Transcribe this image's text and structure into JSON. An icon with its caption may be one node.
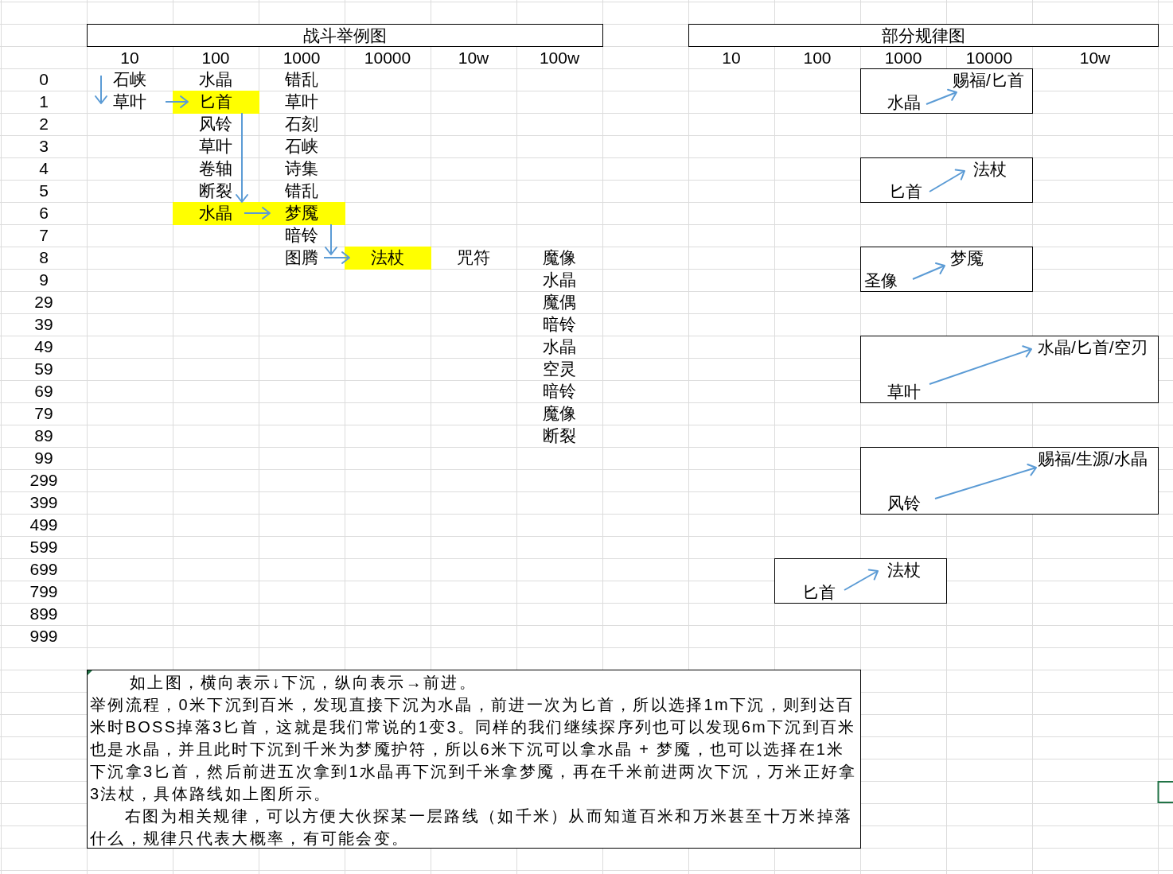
{
  "diagram": {
    "nodes": [
      {
        "text": [
          "战斗举例图"
        ]
      },
      {
        "text": [
          "石峡"
        ]
      },
      {
        "text": [
          "草叶"
        ]
      },
      {
        "text": [
          "匕首"
        ]
      },
      {
        "text": [
          "水晶"
        ]
      },
      {
        "text": [
          "梦魇"
        ]
      },
      {
        "text": [
          "图腾"
        ]
      },
      {
        "text": [
          "法杖"
        ]
      },
      {
        "text": [
          "部分规律图"
        ]
      },
      {
        "text": [],
        "shape": "box"
      },
      {
        "text": [
          "赐福/匕首"
        ],
        "in": 9
      },
      {
        "text": [
          "水晶"
        ],
        "in": 9
      },
      {
        "text": [],
        "shape": "box"
      },
      {
        "text": [
          "法杖"
        ],
        "in": 12
      },
      {
        "text": [
          "匕首"
        ],
        "in": 12
      },
      {
        "text": [],
        "shape": "box"
      },
      {
        "text": [
          "梦魇"
        ],
        "in": 15
      },
      {
        "text": [
          "圣像"
        ],
        "in": 15
      },
      {
        "text": [],
        "shape": "box"
      },
      {
        "text": [
          "水晶/匕首/空刃"
        ],
        "in": 18
      },
      {
        "text": [
          "草叶"
        ],
        "in": 18
      },
      {
        "text": [],
        "shape": "box"
      },
      {
        "text": [
          "赐福/生源/水晶"
        ],
        "in": 21
      },
      {
        "text": [
          "风铃"
        ],
        "in": 21
      },
      {
        "text": [],
        "shape": "box"
      },
      {
        "text": [
          "法杖"
        ],
        "in": 24
      },
      {
        "text": [
          "匕首"
        ],
        "in": 24
      },
      {
        "text": [
          "如上图，横向表示↓下沉，纵向表示→前进。",
          "举例流程，0米下沉到百米，发现直接下沉为水晶，前进一次为匕首，所以选择1m下沉，则到达百米时BOSS掉落3匕首，这就是我们常说的1变3。同样的我们继续探序列也可以发现6m下沉到百米也是水晶，并且此时下沉到千米为梦魇护符，所以6米下沉可以拿水晶 + 梦魇，也可以选择在1米下沉拿3匕首，然后前进五次拿到1水晶再下沉到千米拿梦魇，再在千米前进两次下沉，万米正好拿3法杖，具体路线如上图所示。",
          "右图为相关规律，可以方便大伙探某一层路线（如千米）从而知道百米和万米甚至十万米掉落什么，规律只代表大概率，有可能会变。"
        ]
      }
    ],
    "edges": [
      {
        "from": 1,
        "to": 2,
        "arrow": "to"
      },
      {
        "from": 2,
        "to": 3,
        "arrow": "to"
      },
      {
        "from": 3,
        "to": 4,
        "arrow": "to"
      },
      {
        "from": 4,
        "to": 5,
        "arrow": "to"
      },
      {
        "from": 5,
        "to": 6,
        "arrow": "to"
      },
      {
        "from": 6,
        "to": 7,
        "arrow": "to"
      },
      {
        "from": 11,
        "to": 10,
        "arrow": "to"
      },
      {
        "from": 14,
        "to": 13,
        "arrow": "to"
      },
      {
        "from": 17,
        "to": 16,
        "arrow": "to"
      },
      {
        "from": 20,
        "to": 19,
        "arrow": "to"
      },
      {
        "from": 23,
        "to": 22,
        "arrow": "to"
      },
      {
        "from": 26,
        "to": 25,
        "arrow": "to"
      }
    ],
    "labels": [
      "10",
      "100",
      "1000",
      "10000",
      "10w",
      "100w",
      "10",
      "100",
      "1000",
      "10000",
      "10w",
      "0",
      "水晶",
      "错乱",
      "1",
      "草叶",
      "2",
      "风铃",
      "石刻",
      "3",
      "草叶",
      "石峡",
      "4",
      "卷轴",
      "诗集",
      "5",
      "断裂",
      "错乱",
      "6",
      "7",
      "暗铃",
      "8",
      "咒符",
      "魔像",
      "9",
      "水晶",
      "29",
      "魔偶",
      "39",
      "暗铃",
      "49",
      "水晶",
      "59",
      "空灵",
      "69",
      "暗铃",
      "79",
      "魔像",
      "89",
      "断裂",
      "99",
      "299",
      "399",
      "499",
      "599",
      "699",
      "799",
      "899",
      "999"
    ]
  }
}
